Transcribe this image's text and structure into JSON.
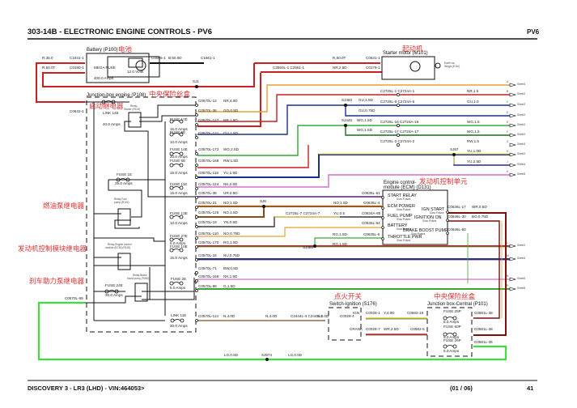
{
  "header": {
    "title": "303-14B - ELECTRONIC ENGINE CONTROLS - PV6",
    "code": "PV6"
  },
  "footer": {
    "vehicle": "DISCOVERY 3 - LR3  (LHD) - VIN:464053>",
    "sheet": "(01 / 06)",
    "page": "41"
  },
  "annotations_cn": {
    "battery": "电池",
    "starter": "起动机",
    "central_fuse_box": "中央保险丝盒",
    "starter_relay": "启动继电器",
    "ecm": "发动机控制单元",
    "fuel_pump_relay": "燃油泵继电器",
    "ecm_relay": "发动机控制模块继电器",
    "brake_boost_relay": "刹车助力泵继电器",
    "ignition_switch": "点火开关",
    "central_junction_box": "中央保险丝盒"
  },
  "components": {
    "battery": {
      "name": "Battery (P100)",
      "fuse": "MEGA FUSE",
      "fuse_rating": "400.0 Amps",
      "voltage": "12.0 Volts"
    },
    "starter": {
      "name": "Starter motor (M101)",
      "earth": "Earth via",
      "earth2": "fixings (E110)"
    },
    "jbox_engine": {
      "name": "Junction-box engine (P108)"
    },
    "relay_starter": {
      "name": "Relay-",
      "name2": "Starter (R102)"
    },
    "relay_fuel": {
      "name": "Relay-Fuel",
      "name2": "pump (R102)"
    },
    "relay_ecm": {
      "name": "Relay-Engine control",
      "name2": "module (ECM) (R118)"
    },
    "relay_brake": {
      "name": "Relay-Brake",
      "name2": "boost pump (R260)"
    },
    "ecm": {
      "name": "Engine control-",
      "name2": "module (ECM) (D131)",
      "left_pins": [
        {
          "label": "START RELAY",
          "sub": "Slow Pulses"
        },
        {
          "label": "ECM POWER",
          "sub": "Slow Pulses"
        },
        {
          "label": "FUEL PUMP",
          "sub": "Slow Pulses"
        },
        {
          "label": "BATTERY",
          "sub": "Slow Pulses"
        },
        {
          "label": "THROTTLE PWR",
          "sub": "Slow Pulses"
        }
      ],
      "right_pins": [
        {
          "label": "IGN START",
          "sub": "Slow Pulses"
        },
        {
          "label": "IGNITION ON",
          "sub": "Slow Pulses"
        },
        {
          "label": "BRAKE BOOST PUMP",
          "sub": "Slow Pulses"
        }
      ]
    },
    "ign_switch": {
      "name": "Switch-Ignition (S176)",
      "ign": "IGN",
      "crank": "CRANK"
    },
    "jbox_central": {
      "name": "Junction box-Central (P101)"
    }
  },
  "fuses": {
    "link14e": {
      "name": "LINK 14E",
      "rating": "40.0 Amps"
    },
    "f17e": {
      "name": "FUSE 17E",
      "rating": "15.0 Amps"
    },
    "f5e": {
      "name": "FUSE 5E",
      "rating": "10.0 Amps"
    },
    "f14e": {
      "name": "FUSE 14E",
      "rating": "20.0 Amps"
    },
    "f6e": {
      "name": "FUSE 6E",
      "rating": "15.0 Amps"
    },
    "f1e": {
      "name": "FUSE 1E",
      "rating": "25.0 Amps"
    },
    "f11e": {
      "name": "FUSE 11E",
      "rating": "15.0 Amps"
    },
    "f13e": {
      "name": "FUSE 13E",
      "rating": "10.0 Amps"
    },
    "f27e": {
      "name": "FUSE 27E",
      "rating": "5.0 Amps"
    },
    "f10e": {
      "name": "FUSE 10E",
      "rating": "15.0 Amps"
    },
    "f2e": {
      "name": "FUSE 2E",
      "rating": "5.0 Amps"
    },
    "f24e": {
      "name": "FUSE 24E",
      "rating": "30.0 Amps"
    },
    "link11e": {
      "name": "LINK 11E",
      "rating": "30.0 Amps"
    },
    "f25p": {
      "name": "FUSE 25P",
      "rating": "5.0 Amps"
    },
    "f60p": {
      "name": "FUSE 60P",
      "rating": "5.0 Amps"
    },
    "f26p": {
      "name": "FUSE 26P",
      "rating": "5.0 Amps"
    }
  },
  "labels": {
    "bat_top_wire": "R,35.0",
    "bat_bot_wire": "R,50.0T",
    "c1641_1": "C1641-1",
    "c0190_1": "C0190-1",
    "c0085_1": "C0085-1",
    "b_wire": "B,50.0D",
    "c1661_1": "C1661-1",
    "c2550": "C2550L-1 C2551-1",
    "r50t": "R,50.0T",
    "nr25": "NR,2.5D",
    "c0631": "C0631-1",
    "c0179": "C0179-1",
    "sj1": "SJ1",
    "c0632": "C0632-1",
    "c0570l_69": "C0570L-69",
    "sj574": "SJ574",
    "lg05_a": "LG,0.5D",
    "lg05_b": "LG,0.5D",
    "lg05_c": "LG,0.5D"
  },
  "jbox_circuits": [
    {
      "conn": "C0570L-12",
      "wire": "NR,4.0D"
    },
    {
      "conn": "C0570L-36",
      "wire": "GO,0.5D"
    },
    {
      "conn": "C0570L-127",
      "wire": "NR,1.5D"
    },
    {
      "conn": "C0570L-121",
      "wire": "GU,1.5D"
    },
    {
      "conn": "C0570L-172",
      "wire": "WG,2.5D"
    },
    {
      "conn": "C0570L-168",
      "wire": "RW,1.5D"
    },
    {
      "conn": "C0570L-119",
      "wire": "YU,2.5D"
    },
    {
      "conn": "C0570L-124",
      "wire": "NK,2.5D"
    },
    {
      "conn": "C0570L-38",
      "wire": "UR,0.5D"
    },
    {
      "conn": "C0570L-21",
      "wire": "NO,1.5D"
    },
    {
      "conn": "C0570L-125",
      "wire": "NO,1.5D"
    },
    {
      "conn": "C0570L-19",
      "wire": "YN,0.5D"
    },
    {
      "conn": "C0570L-110",
      "wire": "NO,0.75D"
    },
    {
      "conn": "C0570L-170",
      "wire": "RG,1.5D"
    },
    {
      "conn": "C0570L-18",
      "wire": "NU,0.75D"
    },
    {
      "conn": "C0570L-71",
      "wire": "BW,0.5D"
    },
    {
      "conn": "C0570L-166",
      "wire": "NK,1.5D"
    },
    {
      "conn": "C0570L-98",
      "wire": "G,1.5D"
    },
    {
      "conn": "C0570L-114",
      "wire": "N,4.0D"
    }
  ],
  "right_circuits": [
    {
      "letter": "A",
      "sheet": "Sheet4",
      "conn": "",
      "wire": ""
    },
    {
      "letter": "B",
      "sheet": "Sheet2",
      "conn": "C2725L-1 C2724A-1",
      "wire": "NR,1.5"
    },
    {
      "letter": "C",
      "sheet": "Sheet2",
      "conn": "C2725L-6 C2724A-6",
      "wire": "GU,1.0"
    },
    {
      "letter": "D",
      "sheet": "Sheet2",
      "conn": "",
      "wire": ""
    },
    {
      "letter": "E",
      "sheet": "Sheet2",
      "conn": "C2725L-16 C2724A-16",
      "wire": "WG,1.5"
    },
    {
      "letter": "F",
      "sheet": "Sheet2",
      "conn": "C2725L-17 C2724A-17",
      "wire": "WG,1.5"
    },
    {
      "letter": "G",
      "sheet": "Sheet3",
      "conn": "C2725L-2 C2724A-2",
      "wire": "RW,1.5"
    },
    {
      "letter": "H",
      "sheet": "Sheet2",
      "conn": "",
      "wire": "YU,1.0D"
    },
    {
      "letter": "J",
      "sheet": "Sheet4",
      "conn": "",
      "wire": "YU,2.5D"
    },
    {
      "letter": "K",
      "sheet": "Sheet5",
      "conn": "",
      "wire": ""
    },
    {
      "letter": "L",
      "sheet": "Sheet2",
      "conn": "",
      "wire": ""
    },
    {
      "letter": "M",
      "sheet": "Sheet4",
      "conn": "",
      "wire": ""
    },
    {
      "letter": "N",
      "sheet": "Sheet5",
      "conn": "",
      "wire": ""
    },
    {
      "letter": "P",
      "sheet": "Sheet5",
      "conn": "",
      "wire": ""
    }
  ],
  "splices": {
    "sj480": "SJ480",
    "gu15d": "GU,1.5D",
    "gu075d": "GU,0.75D",
    "sj445": "SJ445",
    "wg15d_a": "WG,1.5D",
    "wg15d_b": "WG,1.5D",
    "sj67": "SJ67",
    "sj6": "SJ6",
    "sj486": "SJ486"
  },
  "ecm_wiring": {
    "c0635l_51": "C0635L-51",
    "no15d": "NO,1.5D",
    "c0635l_4": "C0635L-4",
    "c2725l_7": "C2725L-7 C2724A-7",
    "yu05": "YU,0.5",
    "c0634a_85": "C0634A-85",
    "c0635l_54": "C0635L-54",
    "rg15d_a": "RG,1.5D",
    "c0635l_6": "C0635L-6",
    "rg15d_b": "RG,1.5D",
    "c0636l_17": "C0636L-17",
    "wr05d": "WR,0.5D",
    "c0636l_30": "C0636L-30",
    "bo075d": "BO,0.75D",
    "c0636l_50": "C0636L-50"
  },
  "ign_wiring": {
    "c2444l": "C2444L-4 C2443-4",
    "n40d_a": "N,4.0D",
    "n40d_b": "N,4.0D",
    "c0028_4": "C0028-4",
    "c0028_1": "C0028-1",
    "y40d": "Y,4.0D",
    "c0582_19": "C0582-19",
    "c0028_7": "C0028-7",
    "wr25d": "WR,2.5D",
    "c0582_5": "C0582-5",
    "c0581l_38a": "C0581L-38",
    "c0581l_38b": "C0581L-38",
    "c0581l_35": "C0581L-35"
  },
  "colors": {
    "red": "#cc1f1f",
    "orange": "#e8a030",
    "blue": "#1b2f8c",
    "green": "#3aa63a",
    "pink": "#d070d0",
    "yellow": "#f0e040",
    "purple": "#5a1e78",
    "brown": "#8b4a1a",
    "lgreen": "#3ee03e",
    "dkred": "#7a1010",
    "black": "#111111"
  }
}
